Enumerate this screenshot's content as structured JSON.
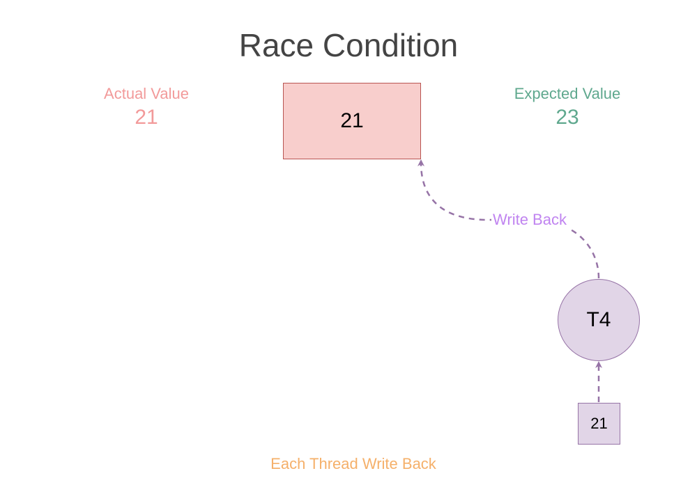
{
  "title": "Race Condition",
  "actual": {
    "label": "Actual Value",
    "value": "21"
  },
  "expected": {
    "label": "Expected Value",
    "value": "23"
  },
  "memory": {
    "value": "21"
  },
  "thread": {
    "name": "T4",
    "local_value": "21"
  },
  "edges": {
    "write_back_label": "Write Back"
  },
  "footer": {
    "caption": "Each Thread Write Back"
  },
  "colors": {
    "title": "#444444",
    "actual": "#F29A9A",
    "expected": "#5FA88E",
    "memory_fill": "#F8CECC",
    "memory_stroke": "#B85450",
    "thread_fill": "#E1D5E7",
    "thread_stroke": "#9673A6",
    "edge": "#9673A6",
    "edge_label": "#C084F0",
    "footer": "#F5B06A"
  }
}
